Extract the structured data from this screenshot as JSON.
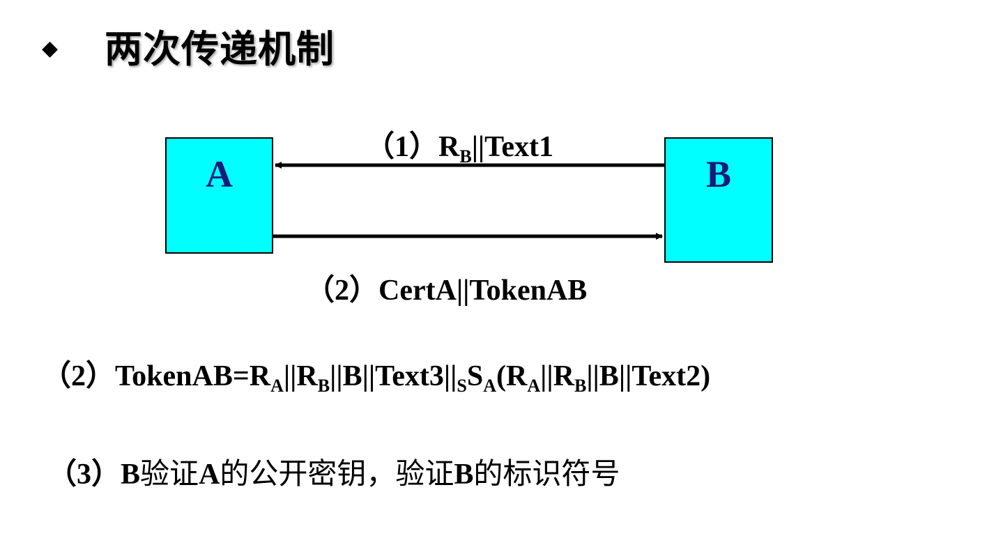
{
  "title": {
    "bullet": "◆",
    "text": "两次传递机制"
  },
  "entities": {
    "a": "A",
    "b": "B"
  },
  "messages": {
    "m1": {
      "prefix": "（1）R",
      "sub": "B",
      "suffix": "||Text1"
    },
    "m2": {
      "text": "（2）CertA||TokenAB"
    }
  },
  "equation": {
    "prefix": "（2）TokenAB=R",
    "s1": "A",
    "t1": "||R",
    "s2": "B",
    "t2": "||B||Text3||",
    "s3": "S",
    "t3": "S",
    "s4": "A",
    "t4": "(R",
    "s5": "A",
    "t5": "||R",
    "s6": "B",
    "t6": "||B||Text2)"
  },
  "note": {
    "p1": "（3）B",
    "c1": "验证",
    "p2": "A",
    "c2": "的公开密钥，验证",
    "p3": "B",
    "c3": "的标识符号"
  },
  "colors": {
    "box_fill": "#00ffff",
    "box_label": "#1a1a7a",
    "text": "#000000"
  }
}
